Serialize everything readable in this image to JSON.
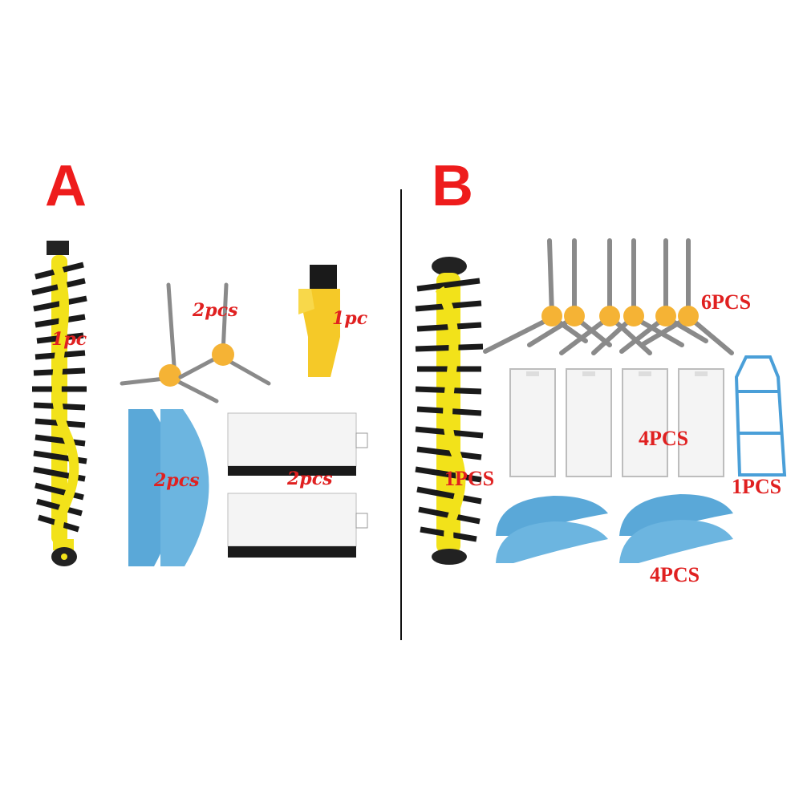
{
  "colors": {
    "label_red": "#ee1c1c",
    "qty_red": "#e02020",
    "divider": "#111111",
    "brush_yellow": "#f2e21a",
    "bristle_black": "#1a1a1a",
    "hub_orange": "#f5b335",
    "arm_gray": "#8a8a8a",
    "mop_blue": "#5aa8d8",
    "filter_white": "#f4f4f4"
  },
  "panel_a": {
    "label": "A",
    "roller_qty": "1pc",
    "side_brush_qty": "2pcs",
    "cleaning_tool_qty": "1pc",
    "mop_qty": "2pcs",
    "filter_qty": "2pcs"
  },
  "panel_b": {
    "label": "B",
    "side_brush_qty": "6PCS",
    "filter_qty": "4PCS",
    "roller_qty": "1PCS",
    "filter_frame_qty": "1PCS",
    "mop_qty": "4PCS"
  }
}
